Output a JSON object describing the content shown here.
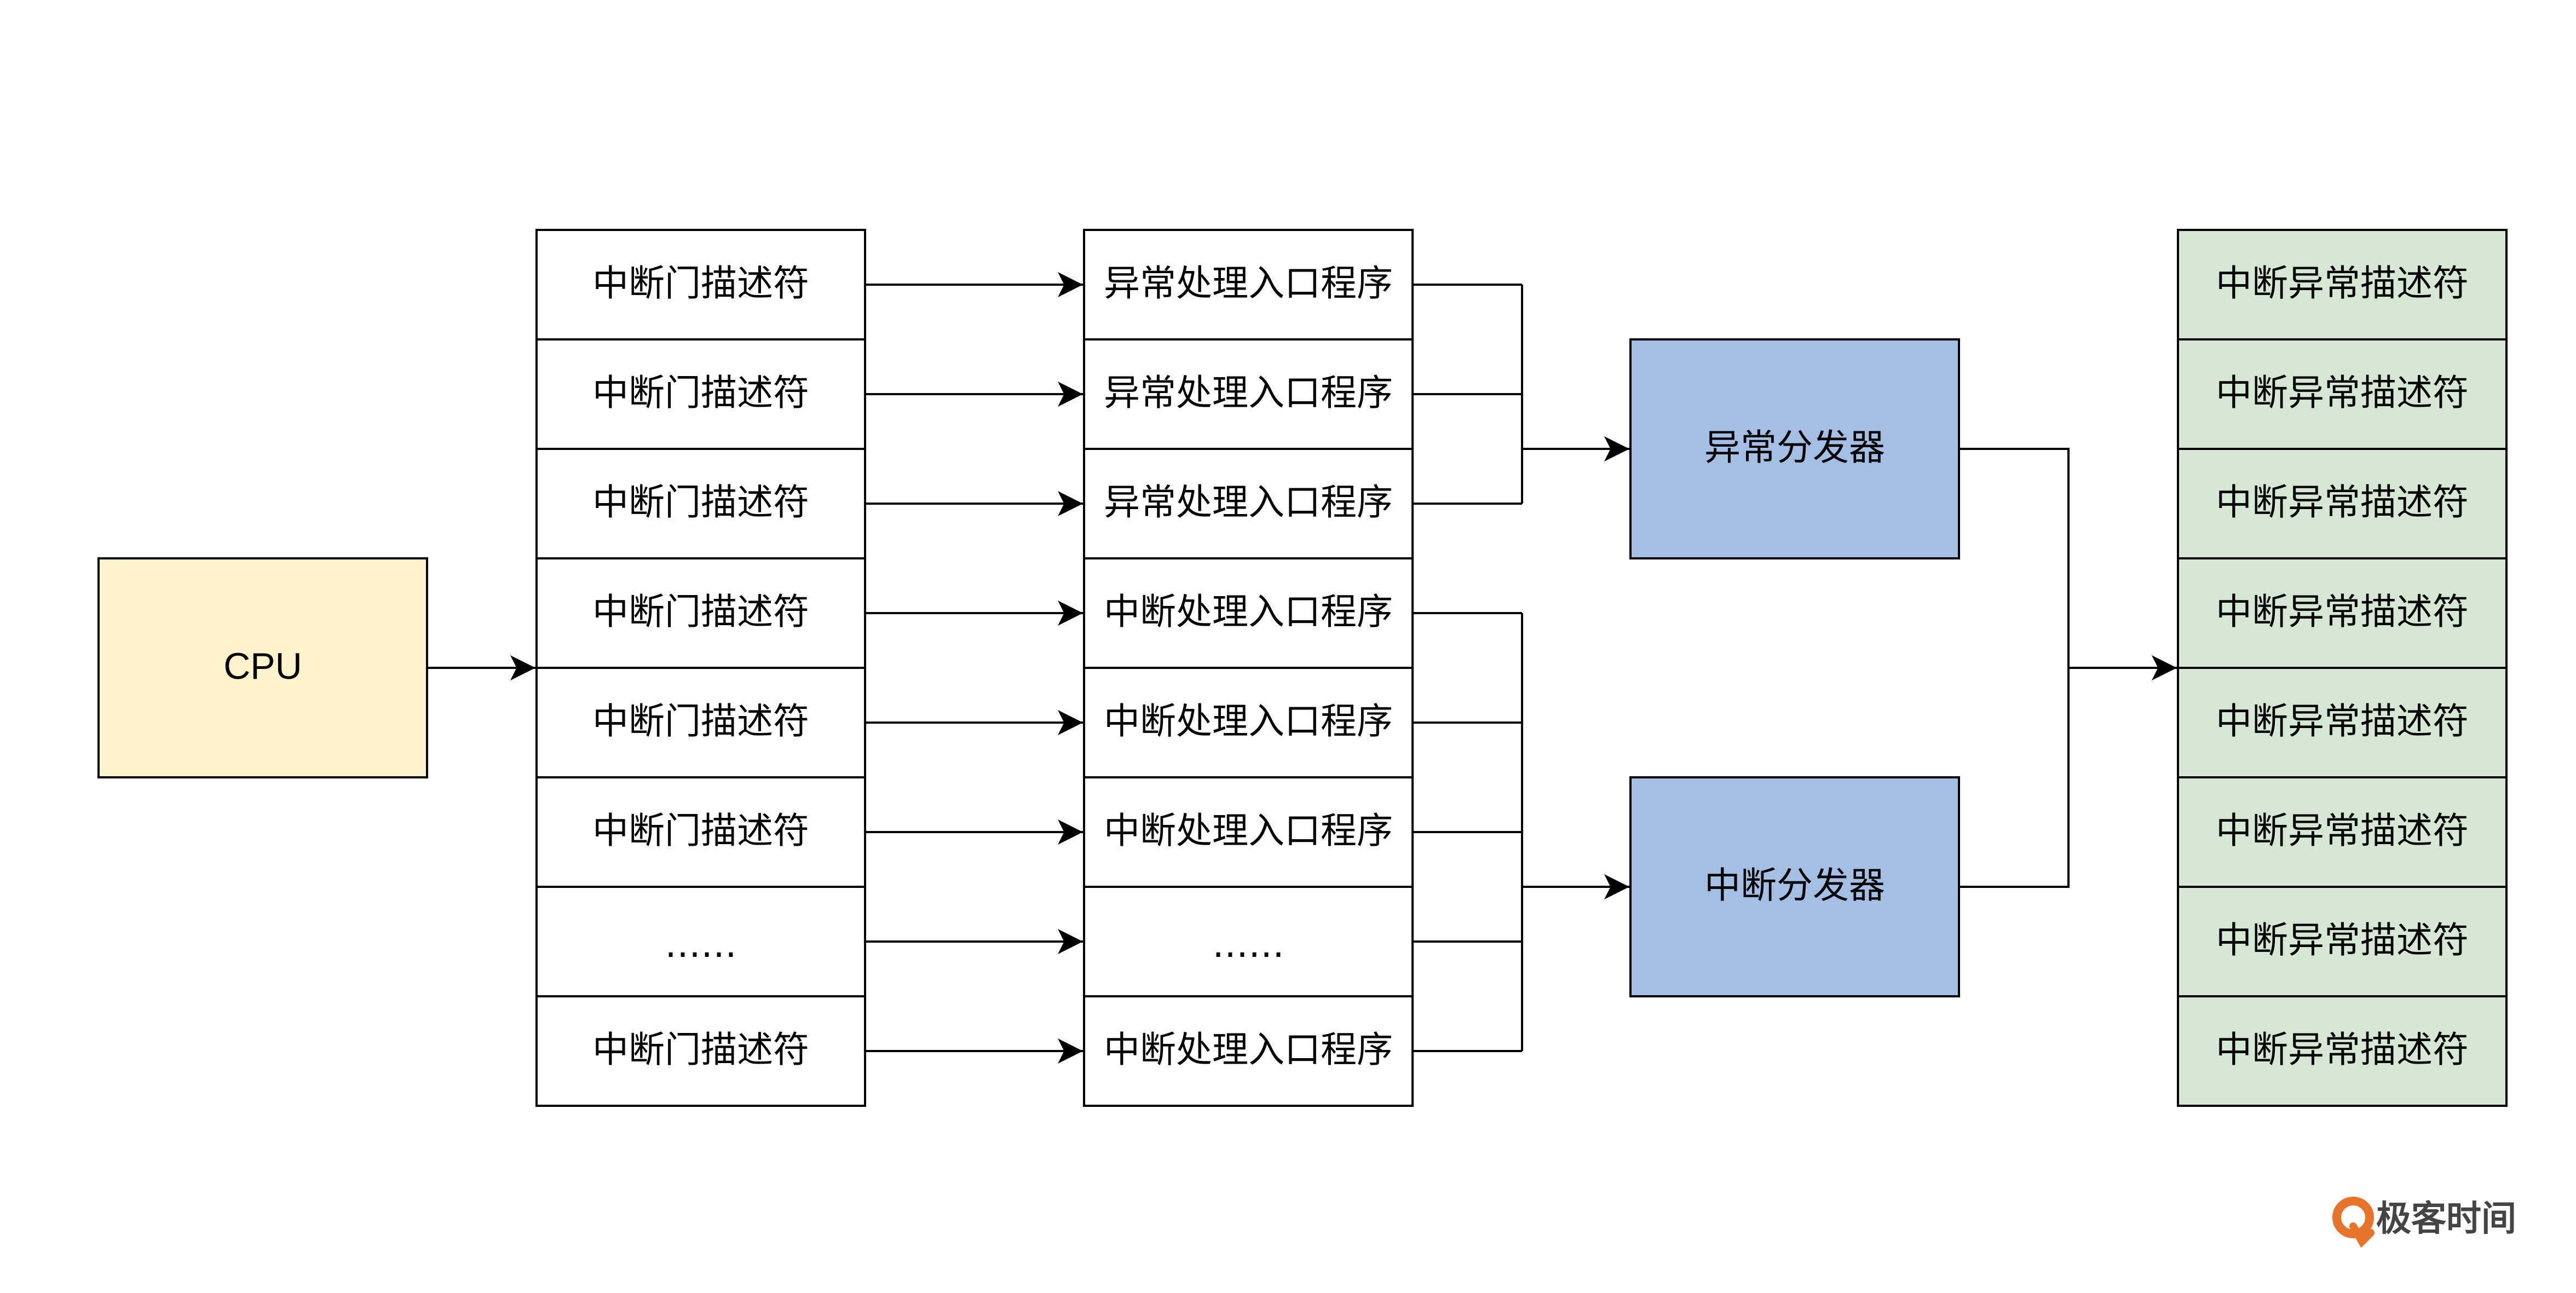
{
  "cpu": {
    "label": "CPU",
    "fill": "#FFF2CC"
  },
  "descriptor_table": {
    "cells": [
      "中断门描述符",
      "中断门描述符",
      "中断门描述符",
      "中断门描述符",
      "中断门描述符",
      "中断门描述符",
      "……",
      "中断门描述符"
    ]
  },
  "entry_table": {
    "cells": [
      "异常处理入口程序",
      "异常处理入口程序",
      "异常处理入口程序",
      "中断处理入口程序",
      "中断处理入口程序",
      "中断处理入口程序",
      "……",
      "中断处理入口程序"
    ]
  },
  "dispatchers": {
    "fill": "#A4BFE3",
    "exception_label": "异常分发器",
    "interrupt_label": "中断分发器"
  },
  "exception_table": {
    "fill": "#D5E8D4",
    "cells": [
      "中断异常描述符",
      "中断异常描述符",
      "中断异常描述符",
      "中断异常描述符",
      "中断异常描述符",
      "中断异常描述符",
      "中断异常描述符",
      "中断异常描述符"
    ]
  },
  "logo": {
    "text": "极客时间",
    "icon": "geektime-q-icon",
    "color": "#E8742B"
  }
}
